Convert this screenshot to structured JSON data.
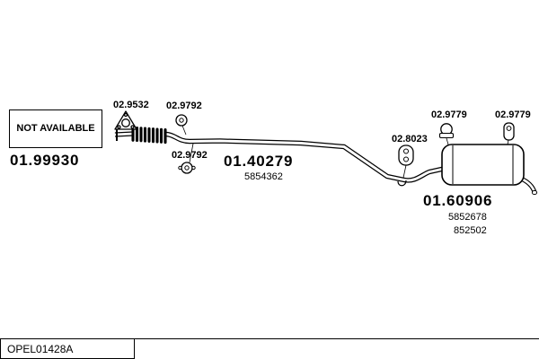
{
  "parts": {
    "left": {
      "number": "01.99930",
      "availability": "NOT\nAVAILABLE"
    },
    "center": {
      "number": "01.40279",
      "oem_ref": "5854362"
    },
    "right": {
      "number": "01.60906",
      "oem_ref1": "5852678",
      "oem_ref2": "852502"
    }
  },
  "fasteners": [
    {
      "number": "02.9532",
      "icon": "flange-gasket-icon"
    },
    {
      "number": "02.9792",
      "icon": "clamp-ring-icon"
    },
    {
      "number": "02.9792",
      "icon": "gasket-icon"
    },
    {
      "number": "02.8023",
      "icon": "rubber-hanger-icon"
    },
    {
      "number": "02.9779",
      "icon": "pipe-clamp-icon"
    },
    {
      "number": "02.9779",
      "icon": "hanger-bracket-icon"
    }
  ],
  "footer": {
    "code": "OPEL01428A"
  },
  "colors": {
    "line": "#000000",
    "background": "#ffffff"
  }
}
